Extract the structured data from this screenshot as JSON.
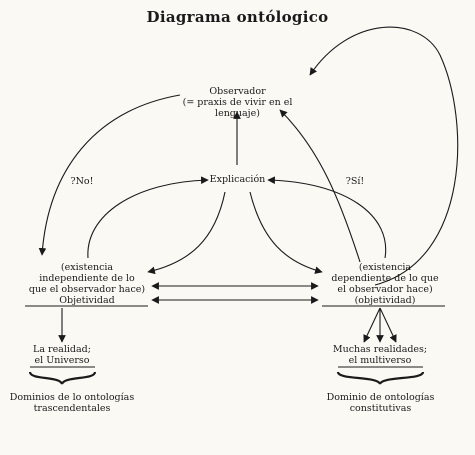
{
  "title": "Diagrama ontólogico",
  "observer": {
    "line1": "Observador",
    "line2": "(= praxis de vivir en el lenguaje)"
  },
  "explanation": "Explicación",
  "question_no": "?No!",
  "question_si": "?Sí!",
  "left_box": {
    "line1": "(existencia",
    "line2": "independiente de lo",
    "line3": "que el observador hace)",
    "line4": "Objetividad"
  },
  "right_box": {
    "line1": "(existencia",
    "line2": "dependiente de lo que",
    "line3": "el observador hace)",
    "line4": "(objetividad)"
  },
  "left_result": {
    "line1": "La realidad;",
    "line2": "el Universo"
  },
  "right_result": {
    "line1": "Muchas realidades;",
    "line2": "el multiverso"
  },
  "left_domain": {
    "line1": "Dominios de lo ontologías",
    "line2": "trascendentales"
  },
  "right_domain": {
    "line1": "Dominio de ontologías",
    "line2": "constitutivas"
  },
  "ink_color": "#1a1a1a",
  "paper_color": "#fbf9f4"
}
